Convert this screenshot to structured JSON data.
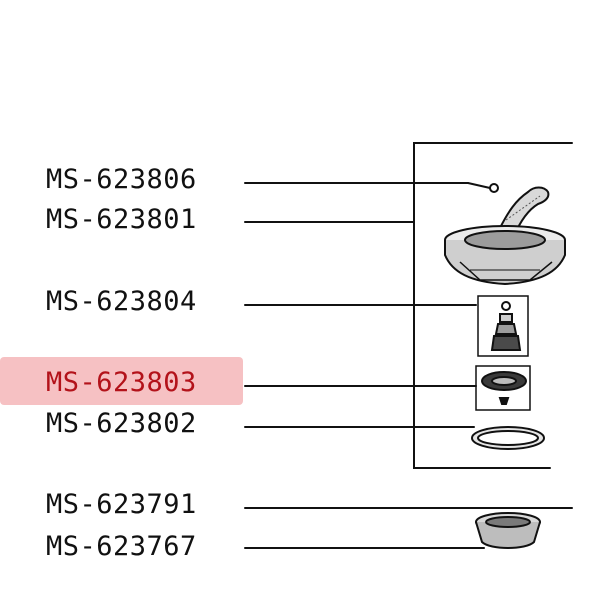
{
  "diagram": {
    "highlight_color": "#f4b6b8",
    "highlight_text_color": "#b3121a",
    "line_color": "#111111",
    "parts": [
      {
        "code": "MS-623806",
        "highlighted": false
      },
      {
        "code": "MS-623801",
        "highlighted": false
      },
      {
        "code": "MS-623804",
        "highlighted": false
      },
      {
        "code": "MS-623803",
        "highlighted": true
      },
      {
        "code": "MS-623802",
        "highlighted": false
      },
      {
        "code": "MS-623791",
        "highlighted": false
      },
      {
        "code": "MS-623767",
        "highlighted": false
      }
    ]
  }
}
